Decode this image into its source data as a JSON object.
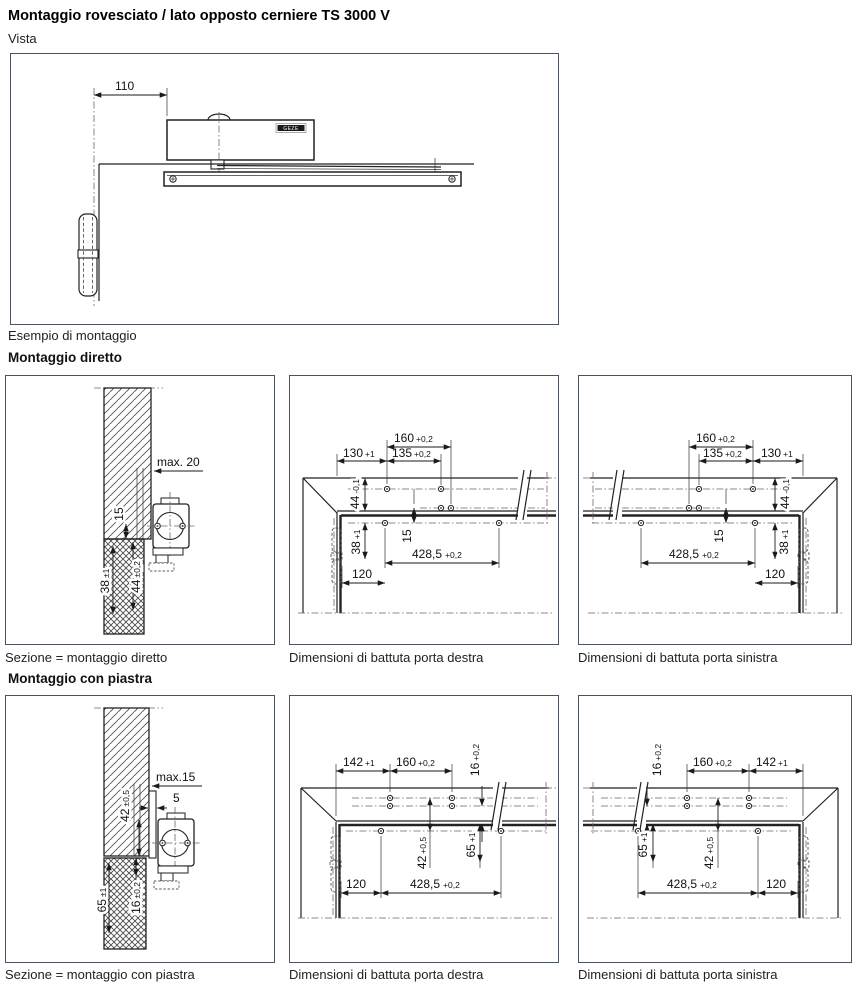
{
  "header": {
    "title": "Montaggio rovesciato / lato opposto cerniere TS 3000 V",
    "diretto_heading": "Montaggio diretto",
    "piastra_heading": "Montaggio con piastra"
  },
  "vista": {
    "label": "Vista",
    "caption": "Esempio di montaggio",
    "v110": "110",
    "logo": "GEZE"
  },
  "sezd": {
    "caption": "Sezione = montaggio diretto",
    "max": "max. 20",
    "v15": "15",
    "v38": "38",
    "t38": "±1",
    "v44": "44",
    "t44": "±0,2"
  },
  "dd": {
    "caption": "Dimensioni di battuta porta destra",
    "v160": "160",
    "t160": "+0,2",
    "v130": "130",
    "t130": "+1",
    "v135": "135",
    "t135": "+0,2",
    "v44": "44",
    "t44": "-0,1",
    "v15": "15",
    "v38": "38",
    "t38": "+1",
    "v428": "428,5",
    "t428": "+0,2",
    "v120": "120"
  },
  "ds": {
    "caption": "Dimensioni di battuta porta sinistra",
    "v160": "160",
    "t160": "+0,2",
    "v135": "135",
    "t135": "+0,2",
    "v130": "130",
    "t130": "+1",
    "v44": "44",
    "t44": "-0,1",
    "v15": "15",
    "v38": "38",
    "t38": "+1",
    "v428": "428,5",
    "t428": "+0,2",
    "v120": "120"
  },
  "sezp": {
    "caption": "Sezione = montaggio con piastra",
    "max": "max.15",
    "v5": "5",
    "v42": "42",
    "t42": "±0,5",
    "v65": "65",
    "t65": "±1",
    "v16": "16",
    "t16": "±0,2"
  },
  "pd": {
    "caption": "Dimensioni di battuta porta destra",
    "v142": "142",
    "t142": "+1",
    "v160": "160",
    "t160": "+0,2",
    "v16": "16",
    "t16": "+0,2",
    "v42": "42",
    "t42": "+0,5",
    "v65": "65",
    "t65": "+1",
    "v120": "120",
    "v428": "428,5",
    "t428": "+0,2"
  },
  "ps": {
    "caption": "Dimensioni di battuta porta sinistra",
    "v160": "160",
    "t160": "+0,2",
    "v142": "142",
    "t142": "+1",
    "v16": "16",
    "t16": "+0,2",
    "v42": "42",
    "t42": "+0,5",
    "v65": "65",
    "t65": "+1",
    "v120": "120",
    "v428": "428,5",
    "t428": "+0,2"
  }
}
